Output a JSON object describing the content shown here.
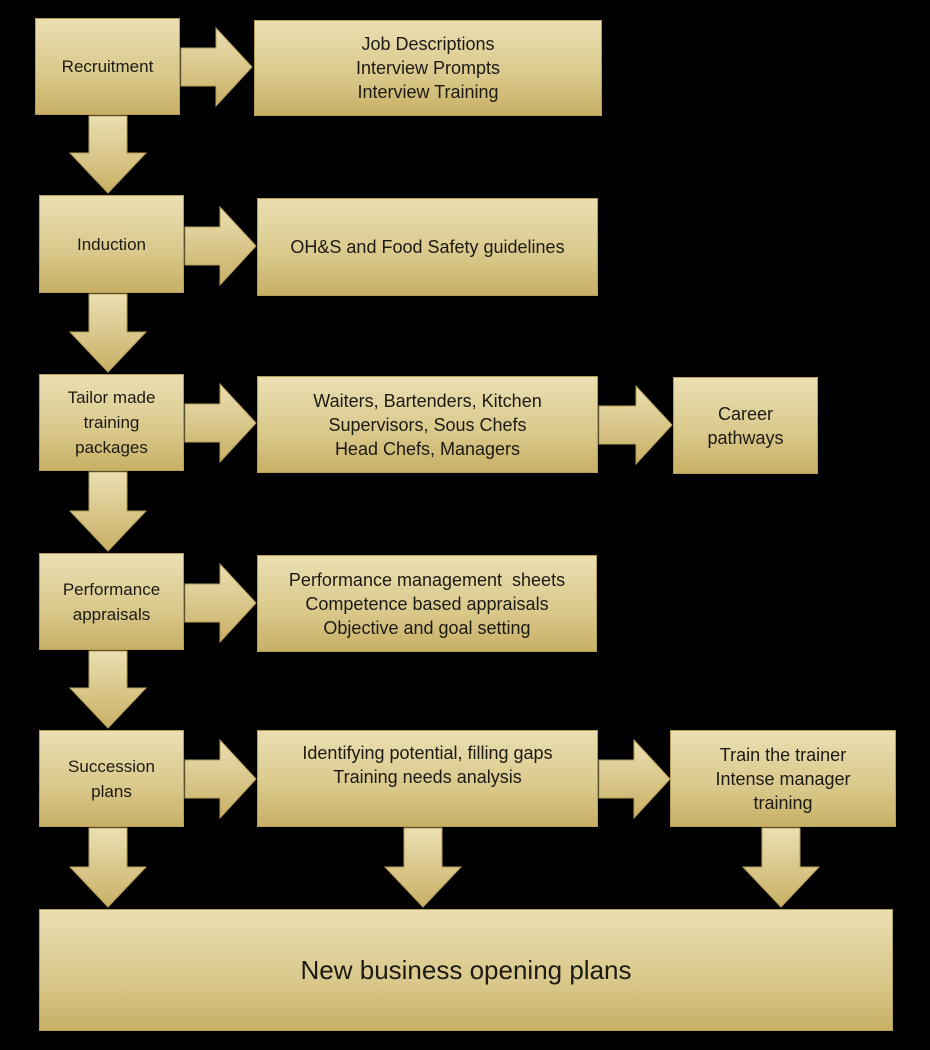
{
  "stages": [
    {
      "label": [
        "Recruitment"
      ],
      "details": [
        "Job Descriptions",
        "Interview Prompts",
        "Interview Training"
      ]
    },
    {
      "label": [
        "Induction"
      ],
      "details": [
        "OH&S and Food Safety guidelines"
      ]
    },
    {
      "label": [
        "Tailor made",
        "training",
        "packages"
      ],
      "details": [
        "Waiters, Bartenders, Kitchen",
        "Supervisors, Sous Chefs",
        "Head Chefs, Managers"
      ],
      "next": [
        "Career",
        "pathways"
      ]
    },
    {
      "label": [
        "Performance",
        "appraisals"
      ],
      "details": [
        "Performance management  sheets",
        "Competence based appraisals",
        "Objective and goal setting"
      ]
    },
    {
      "label": [
        "Succession",
        "plans"
      ],
      "details": [
        "Identifying potential, filling gaps",
        "Training needs analysis"
      ],
      "next": [
        "Train the trainer",
        "Intense manager",
        "training"
      ]
    }
  ],
  "final": "New business opening plans",
  "colors": {
    "box_top": "#ebdfb2",
    "box_bottom": "#c8b065",
    "background": "#000000"
  }
}
